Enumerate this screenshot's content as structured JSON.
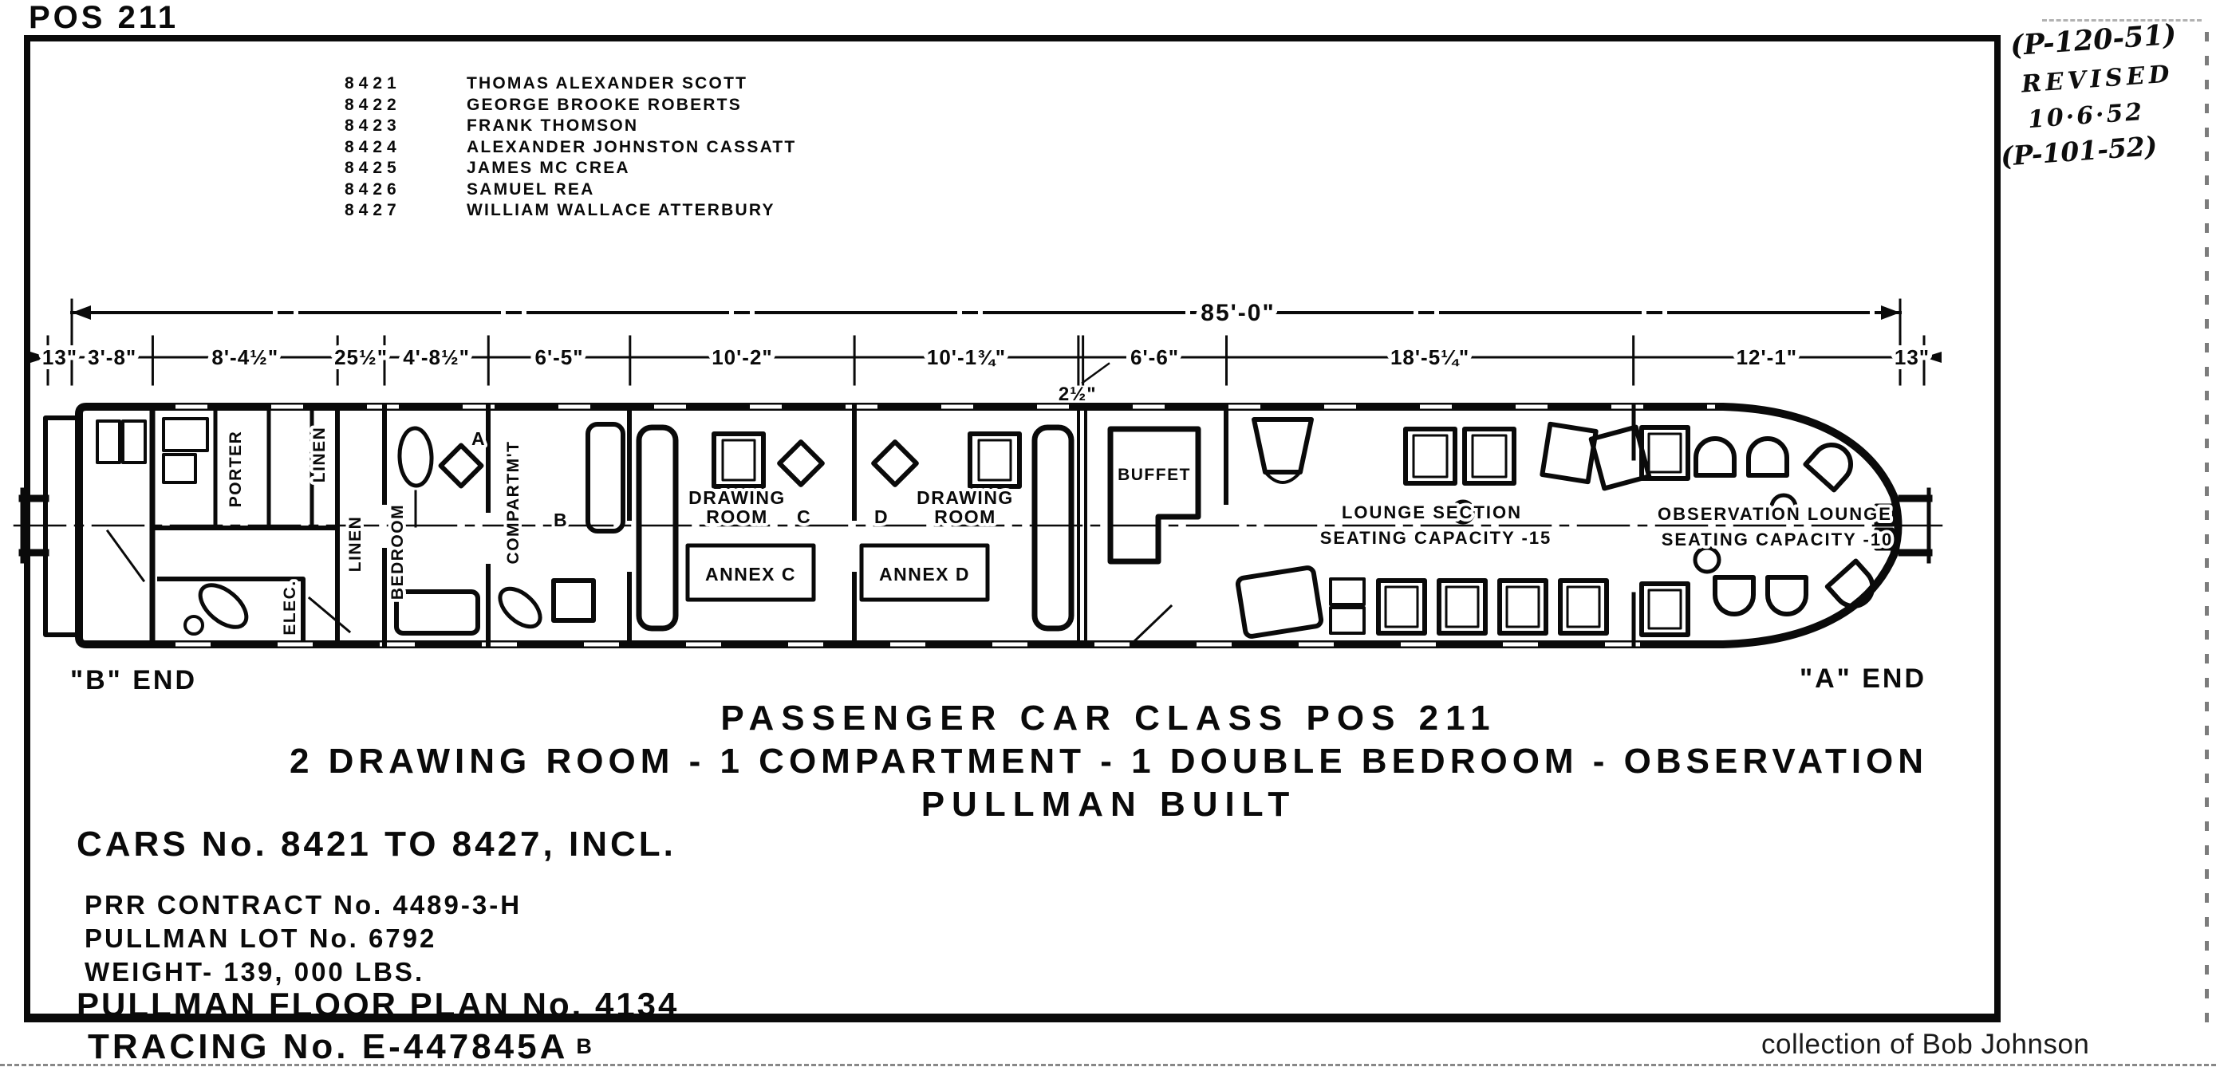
{
  "header": {
    "class_label": "POS 211"
  },
  "revision_note": {
    "lines": [
      "(P-120-51)",
      "REVISED",
      "10·6·52",
      "(P-101-52)"
    ]
  },
  "roster": [
    {
      "number": "8421",
      "name": "THOMAS ALEXANDER SCOTT"
    },
    {
      "number": "8422",
      "name": "GEORGE BROOKE ROBERTS"
    },
    {
      "number": "8423",
      "name": "FRANK THOMSON"
    },
    {
      "number": "8424",
      "name": "ALEXANDER JOHNSTON CASSATT"
    },
    {
      "number": "8425",
      "name": "JAMES MC CREA"
    },
    {
      "number": "8426",
      "name": "SAMUEL REA"
    },
    {
      "number": "8427",
      "name": "WILLIAM WALLACE ATTERBURY"
    }
  ],
  "dimensions": {
    "overall_label": "85'-0\"",
    "segments": [
      {
        "label": "13\"",
        "inches": 13
      },
      {
        "label": "3'-8\"",
        "inches": 44
      },
      {
        "label": "8'-4½\"",
        "inches": 100.5
      },
      {
        "label": "25½\"",
        "inches": 25.5
      },
      {
        "label": "4'-8½\"",
        "inches": 56.5
      },
      {
        "label": "6'-5\"",
        "inches": 77
      },
      {
        "label": "10'-2\"",
        "inches": 122
      },
      {
        "label": "10'-1¾\"",
        "inches": 121.75
      },
      {
        "label": "2½\"",
        "inches": 2.5,
        "below": true
      },
      {
        "label": "6'-6\"",
        "inches": 78
      },
      {
        "label": "18'-5¼\"",
        "inches": 221.25
      },
      {
        "label": "12'-1\"",
        "inches": 145
      },
      {
        "label": "13\"",
        "inches": 13
      }
    ]
  },
  "floor_plan": {
    "b_end": "\"B\" END",
    "a_end": "\"A\" END",
    "rooms": {
      "porter": "PORTER",
      "linen_upper": "LINEN",
      "linen_lower": "LINEN",
      "bedroom": "BEDROOM",
      "bedroom_letter": "A",
      "compartment": "COMPARTM'T",
      "compartment_letter": "B",
      "drawing_room_word1": "DRAWING",
      "drawing_room_word2": "ROOM",
      "drawing_room_c_letter": "C",
      "drawing_room_d_letter": "D",
      "annex_c": "ANNEX C",
      "annex_d": "ANNEX D",
      "buffet": "BUFFET",
      "elec": "ELEC.",
      "lounge_line1": "LOUNGE SECTION",
      "lounge_line2": "SEATING CAPACITY -15",
      "observation_line1": "OBSERVATION LOUNGE",
      "observation_line2": "SEATING CAPACITY -10"
    }
  },
  "title_block": {
    "line1": "PASSENGER CAR CLASS POS 211",
    "line2": "2 DRAWING ROOM - 1 COMPARTMENT - 1 DOUBLE BEDROOM - OBSERVATION",
    "line3": "PULLMAN BUILT"
  },
  "info_block": {
    "cars": "CARS No. 8421 TO 8427, INCL.",
    "contract": "PRR CONTRACT No.  4489-3-H",
    "lot": "PULLMAN LOT No.   6792",
    "weight": "WEIGHT- 139, 000 LBS.",
    "floor_plan": "PULLMAN FLOOR PLAN No. 4134",
    "tracing": "TRACING No.  E-447845A",
    "tracing_suffix": "B"
  },
  "footer": {
    "credit": "collection of Bob Johnson"
  },
  "colors": {
    "ink": "#0a0a0a",
    "paper": "#ffffff"
  }
}
